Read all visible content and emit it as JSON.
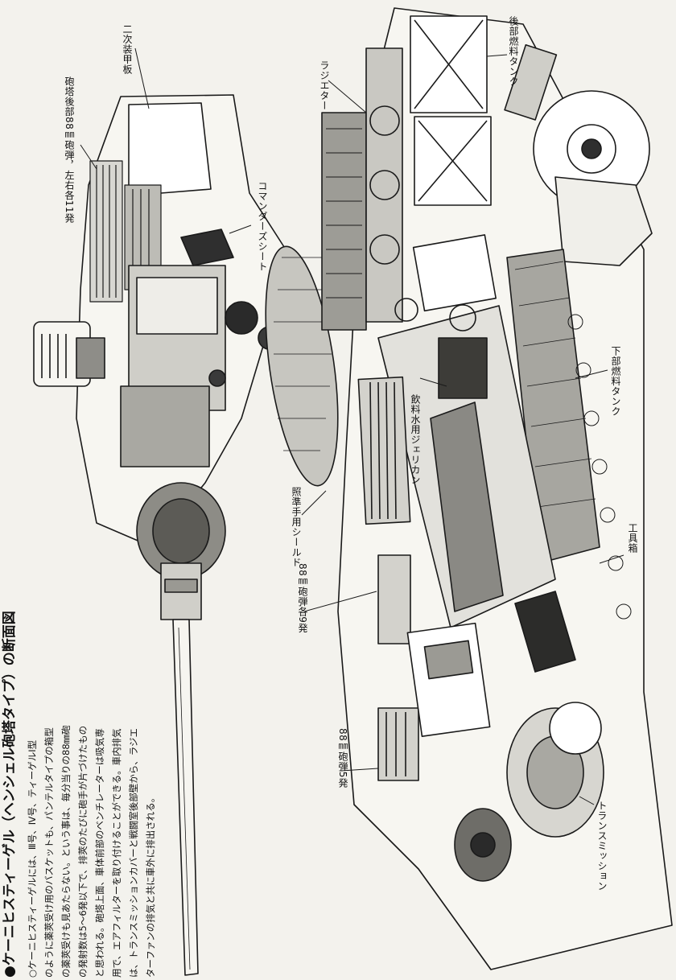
{
  "caption": {
    "title": "●ケーニヒスティーゲル（ヘンシェル砲塔タイプ）の断面図",
    "body": [
      "○ケーニヒスティーゲルには、Ⅲ号、Ⅳ号、ティーゲルⅠ型",
      "のように薬莢受け用のバスケットも、パンテルタイプの箱型",
      "の薬莢受けも見あたらない。という事は、毎分当りの88㎜砲",
      "の発射数は5～6発以下で、排莢のたびに砲手が片づけたもの",
      "と思われる。砲塔上面、車体前部のベンチレーターは吸気専",
      "用で、エアフィルターを取り付けることができる。車内排気",
      "は、トランスミッションカバーと戦闘室後部壁から、ラジエ",
      "ターファンの排気と共に車外に排出される。"
    ]
  },
  "labels": {
    "secondary_armor": "二次装甲板",
    "turret_rear_ammo": "砲塔後部88㎜砲弾，左右各11発",
    "radiator": "ラジエター",
    "rear_fuel_tank": "後部燃料タンク",
    "commander_seat": "コマンダーズシート",
    "lower_fuel_tank": "下部燃料タンク",
    "water_jerrycan": "飲料水用ジェリカン",
    "gunner_shield": "照準手用シールド",
    "ammo_9": "88㎜砲弾各9発",
    "tool_box": "工具箱",
    "ammo_5": "88㎜砲弾5発",
    "transmission": "トランスミッション"
  }
}
